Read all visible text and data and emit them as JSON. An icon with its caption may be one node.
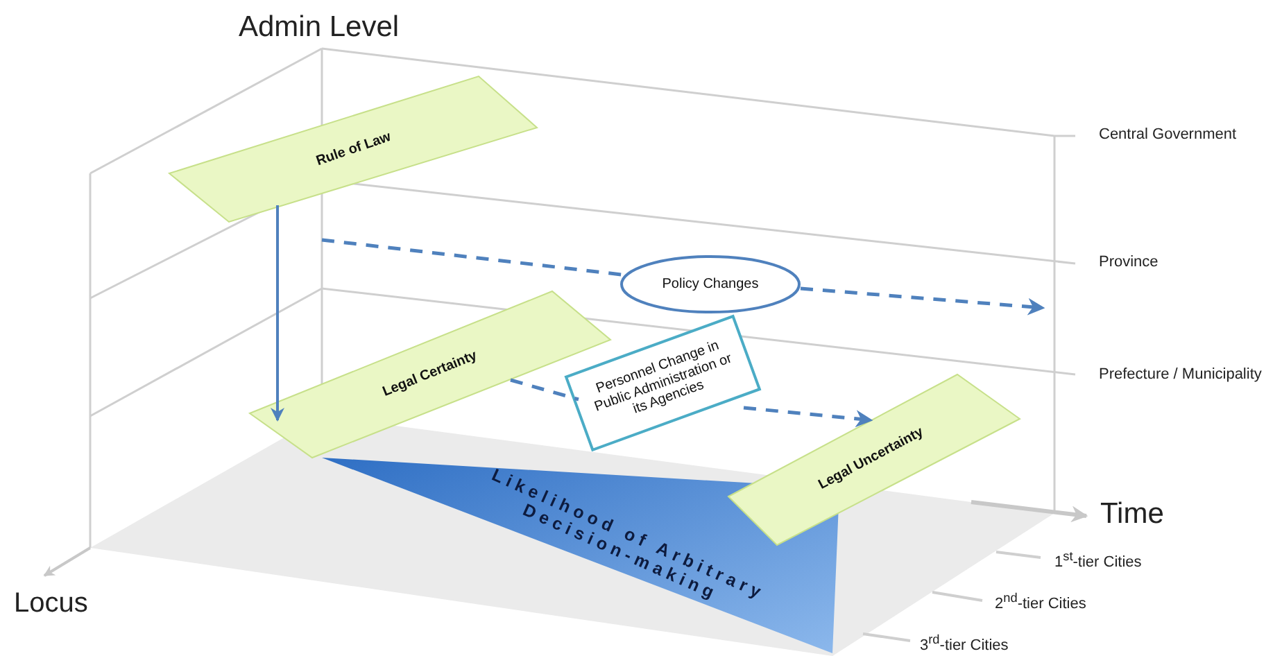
{
  "diagram": {
    "nodes": [
      {
        "text": [
          "Rule of Law"
        ]
      },
      {
        "text": [
          "Policy Changes"
        ]
      },
      {
        "text": [
          "Legal Certainty"
        ]
      },
      {
        "text": [
          "Personnel Change in Public Administration or its Agencies"
        ]
      },
      {
        "text": [
          "Legal Uncertainty"
        ]
      },
      {
        "text": [
          "Likelihood of Arbitrary Decision-making"
        ]
      }
    ],
    "edges": [
      {
        "from": 0,
        "to": 2,
        "arrow": "to"
      },
      {
        "from": null,
        "to": 1,
        "arrow": "none",
        "style": "dashed"
      },
      {
        "from": 1,
        "to": null,
        "arrow": "to",
        "style": "dashed"
      },
      {
        "from": 2,
        "to": 3,
        "arrow": "none",
        "style": "dashed"
      },
      {
        "from": 3,
        "to": 4,
        "arrow": "to",
        "style": "dashed"
      }
    ],
    "labels": [
      "Admin Level",
      "Central Government",
      "Province",
      "Prefecture / Municipality",
      "Time",
      "1$^{st}$-tier Cities",
      "Locus",
      "2$^{nd}$-tier Cities",
      "3$^{rd}$-tier Cities"
    ]
  }
}
